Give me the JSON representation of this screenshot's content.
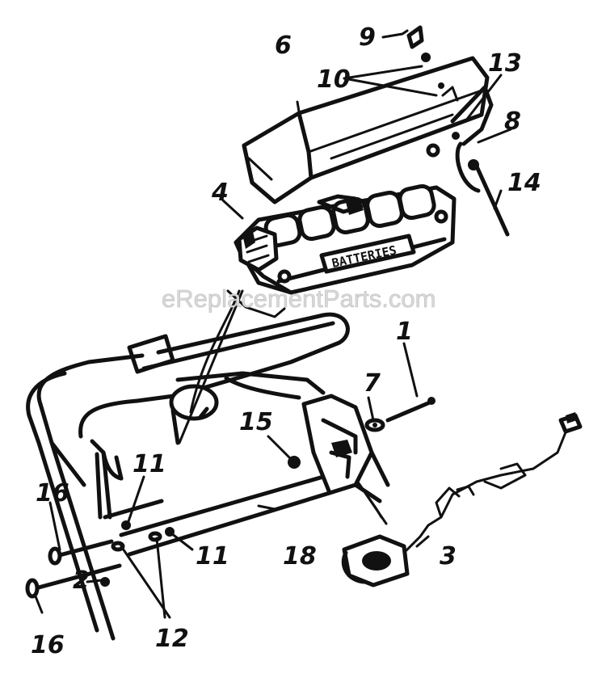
{
  "watermark": "eReplacementParts.com",
  "battery_plate_label": "BATTERIES",
  "callouts": {
    "p1": "1",
    "p2": "2",
    "p3": "3",
    "p4": "4",
    "p6": "6",
    "p7": "7",
    "p8": "8",
    "p9": "9",
    "p10": "10",
    "p11a": "11",
    "p11b": "11",
    "p12": "12",
    "p13": "13",
    "p14": "14",
    "p15": "15",
    "p16a": "16",
    "p16b": "16",
    "p18": "18"
  }
}
